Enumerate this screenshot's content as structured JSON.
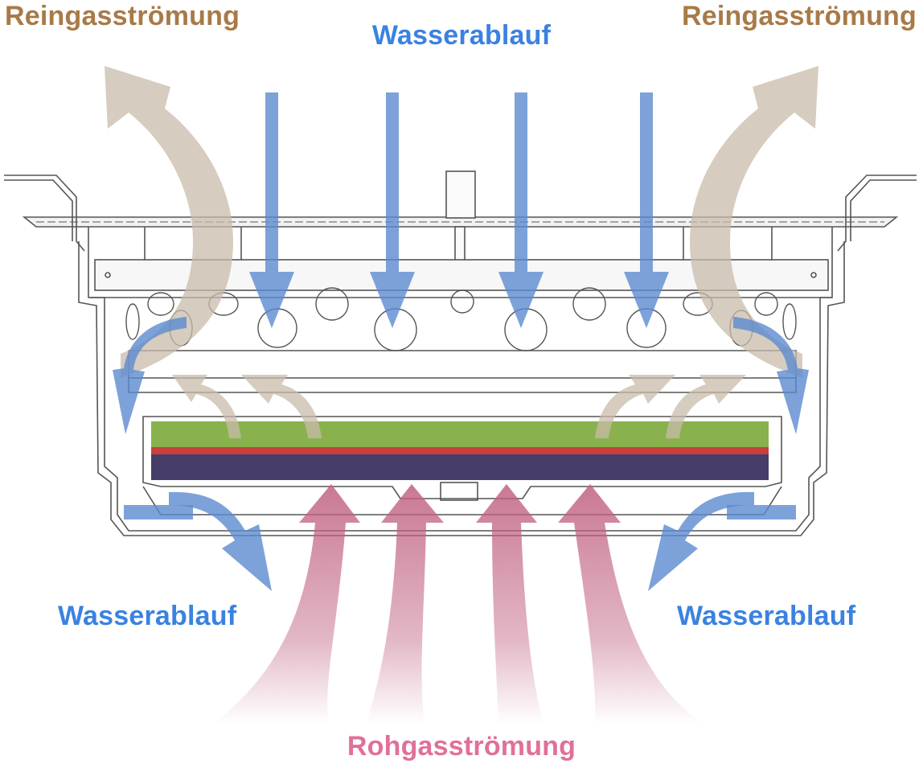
{
  "labels": {
    "clean_gas_left": "Reingasströmung",
    "clean_gas_right": "Reingasströmung",
    "water_top": "Wasserablauf",
    "water_left": "Wasserablauf",
    "water_right": "Wasserablauf",
    "raw_gas": "Rohgasströmung"
  },
  "colors": {
    "clean_gas_text": "#a87a48",
    "clean_gas_arrow": "#c8bba9",
    "water_text": "#3b82e0",
    "water_arrow": "#5b8bd0",
    "raw_gas_text": "#e0709a",
    "raw_gas_arrow": "#c06080",
    "layer_top": "#89b24e",
    "layer_mid": "#c8403c",
    "layer_bottom": "#463d68",
    "frame_line": "#555555"
  },
  "filter_layers": [
    "layer-green",
    "layer-red",
    "layer-purple"
  ]
}
